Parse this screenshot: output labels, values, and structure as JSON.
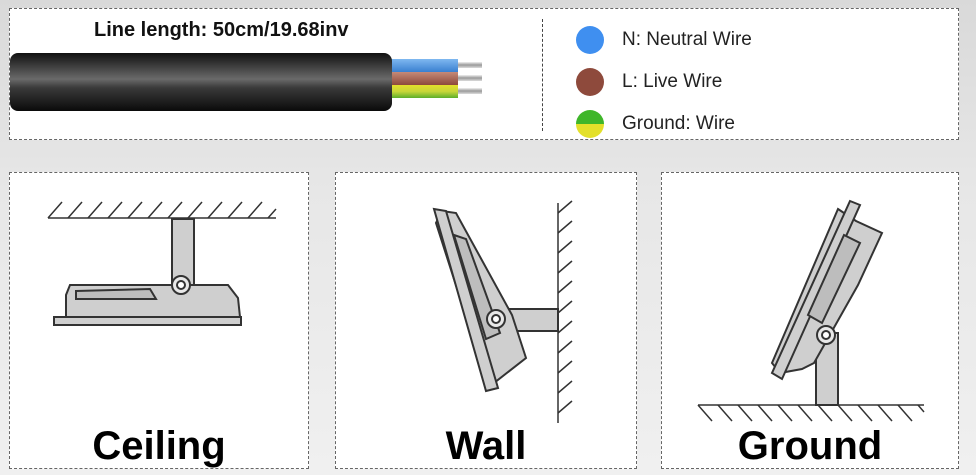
{
  "cable": {
    "title": "Line length: 50cm/19.68inv"
  },
  "legend": {
    "items": [
      {
        "label": "N: Neutral Wire",
        "color": "#3f8ff0"
      },
      {
        "label": "L: Live Wire",
        "color": "#8e4a3c"
      },
      {
        "label": "Ground: Wire",
        "color_top": "#3fb62a",
        "color_bottom": "#e3e02a"
      }
    ]
  },
  "mounts": [
    {
      "label": "Ceiling"
    },
    {
      "label": "Wall"
    },
    {
      "label": "Ground"
    }
  ]
}
